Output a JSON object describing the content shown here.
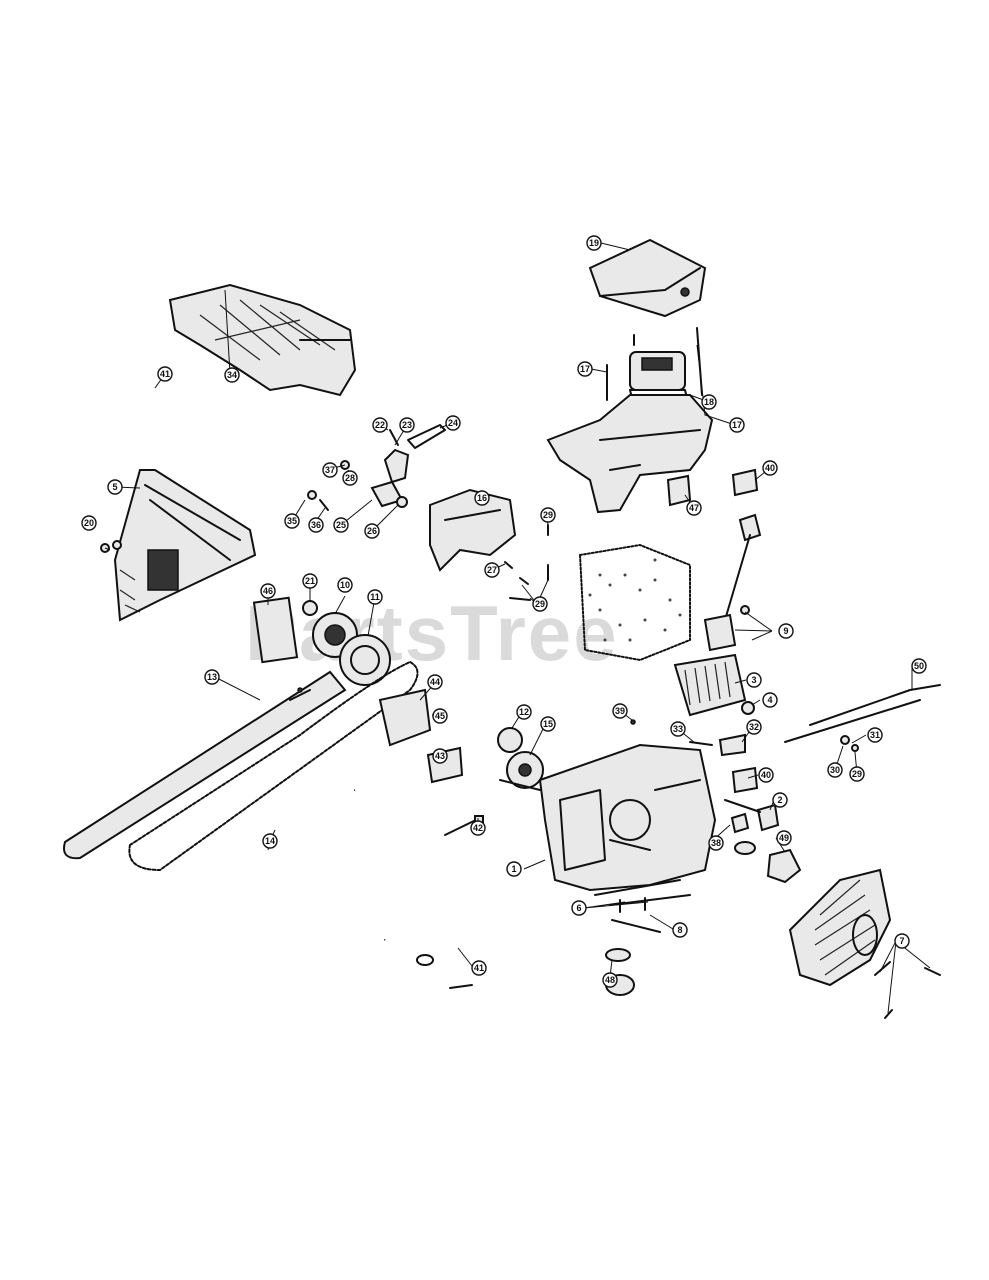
{
  "diagram": {
    "watermark": "PartsTree",
    "callouts": [
      "1",
      "2",
      "3",
      "4",
      "5",
      "6",
      "7",
      "8",
      "9",
      "10",
      "11",
      "12",
      "13",
      "14",
      "15",
      "16",
      "17",
      "18",
      "19",
      "20",
      "21",
      "22",
      "23",
      "24",
      "25",
      "26",
      "27",
      "28",
      "29",
      "30",
      "31",
      "32",
      "33",
      "34",
      "35",
      "36",
      "37",
      "38",
      "39",
      "40",
      "41",
      "42",
      "43",
      "44",
      "45",
      "46",
      "47",
      "48",
      "49",
      "50"
    ],
    "background": "#ffffff",
    "ink": "#111111"
  }
}
